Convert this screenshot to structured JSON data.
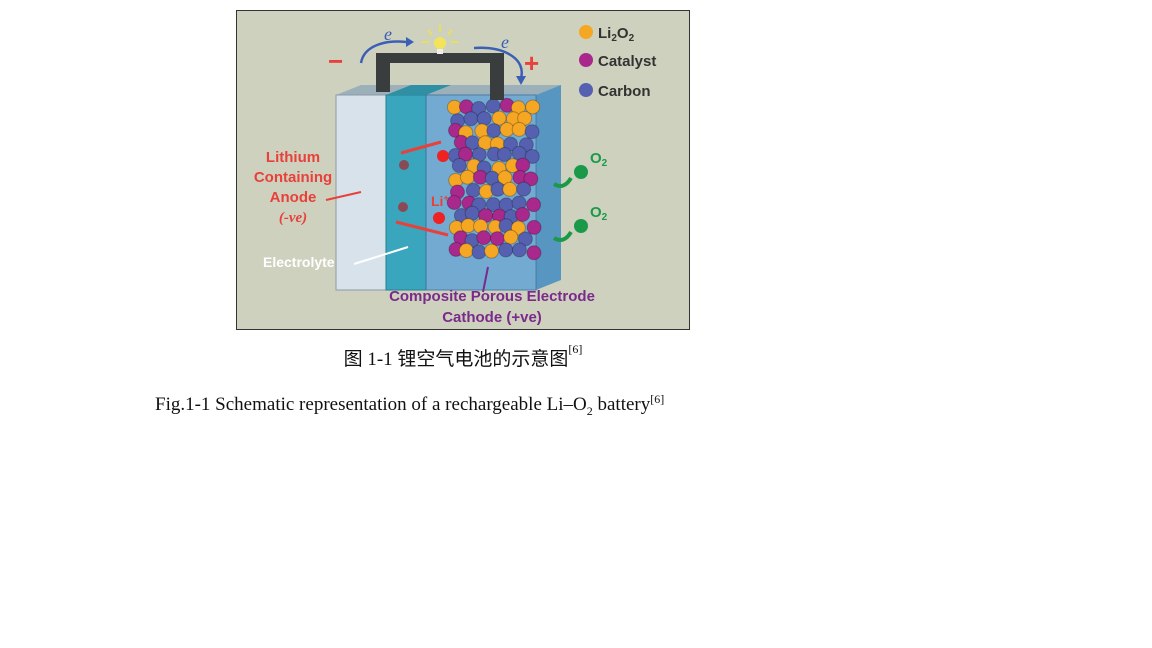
{
  "figure": {
    "legend": [
      {
        "label_main": "Li",
        "sub1": "2",
        "mid": "O",
        "sub2": "2",
        "color": "#f5a623"
      },
      {
        "label": "Catalyst",
        "color": "#a8288c"
      },
      {
        "label": "Carbon",
        "color": "#5560b0"
      }
    ],
    "electron_left": "e",
    "electron_right": "e",
    "minus": "−",
    "plus": "+",
    "anode_label": [
      "Lithium",
      "Containing",
      "Anode",
      "(-ve)"
    ],
    "li_ion": "Li",
    "li_sup": "+",
    "o2_label": "O",
    "o2_sub": "2",
    "electrolyte_label": "Electrolyte",
    "cathode_label": [
      "Composite Porous Electrode",
      "Cathode (+ve)"
    ],
    "colors": {
      "background": "#cfd1bf",
      "anode": "#d8e2ea",
      "electrolyte": "#3aa6bd",
      "cathode": "#5a9dcc",
      "red": "#e8403a",
      "green": "#1a9a48",
      "purple": "#7a2a8a"
    }
  },
  "caption_cn": {
    "text": "图 1-1  锂空气电池的示意图",
    "ref": "[6]"
  },
  "caption_en": {
    "text_a": "Fig.1-1 Schematic representation of a rechargeable Li–O",
    "sub": "2",
    "text_b": " battery",
    "ref": "[6]"
  }
}
